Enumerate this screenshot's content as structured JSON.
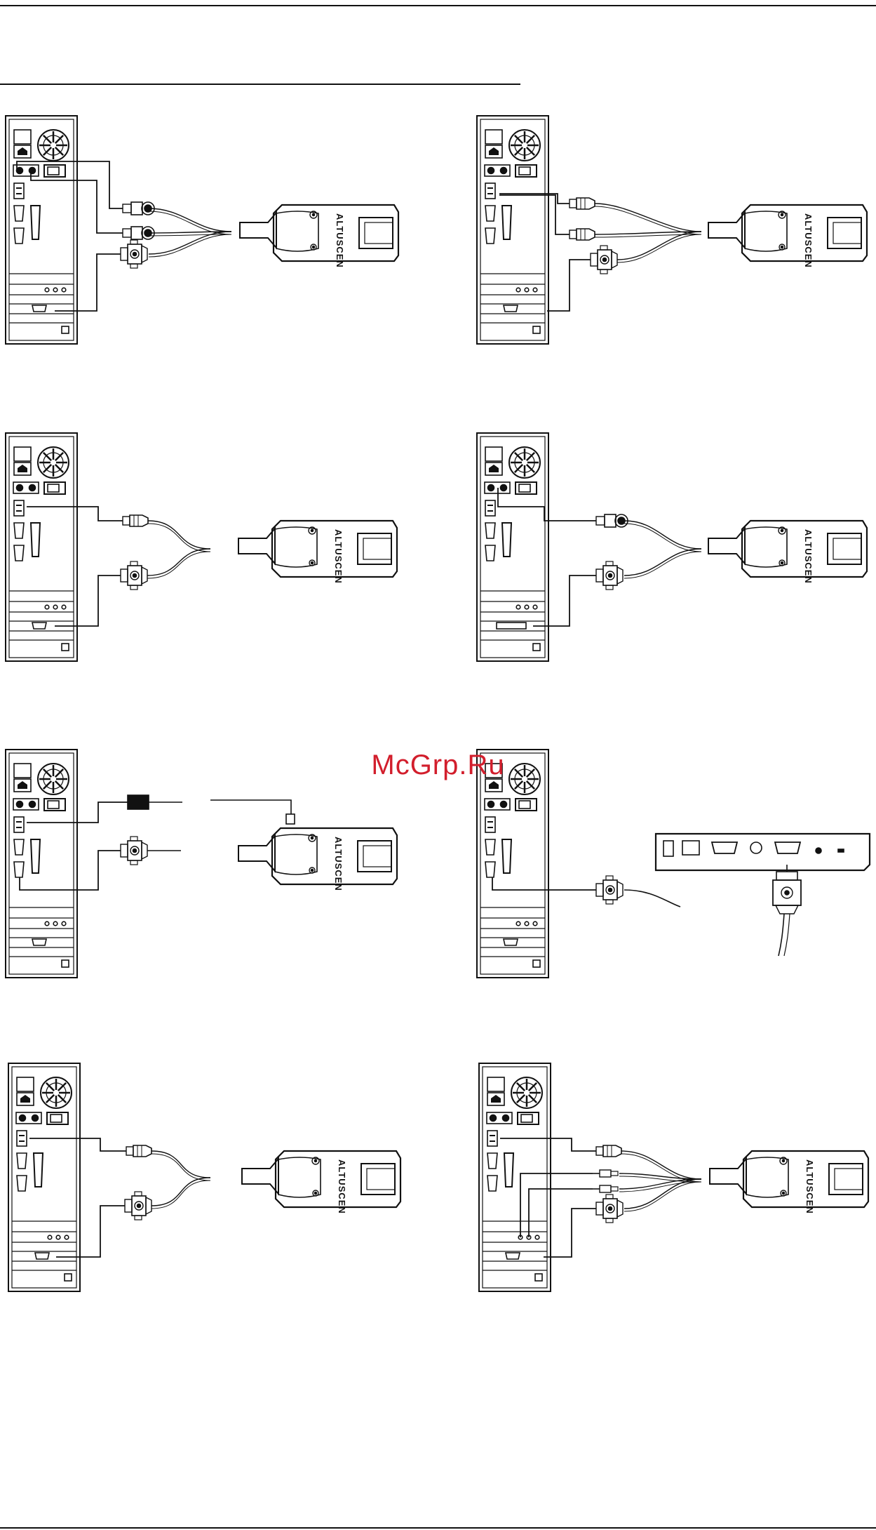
{
  "watermark": "McGrp.Ru",
  "brand_label": "ALTUSCEN",
  "figures": [
    {
      "id": "ps2-vga",
      "connectors": [
        "ps2",
        "ps2",
        "vga"
      ]
    },
    {
      "id": "usb-usb-vga",
      "connectors": [
        "usb",
        "usb",
        "vga"
      ]
    },
    {
      "id": "usb-vga",
      "connectors": [
        "usb",
        "vga"
      ]
    },
    {
      "id": "ps2-dvi",
      "connectors": [
        "ps2",
        "dvi"
      ]
    },
    {
      "id": "power-adapter-vga",
      "connectors": [
        "power",
        "vga"
      ]
    },
    {
      "id": "switch-port",
      "connectors": [
        "vga"
      ]
    },
    {
      "id": "usb-vga-2",
      "connectors": [
        "usb",
        "vga"
      ]
    },
    {
      "id": "usb-audio-vga",
      "connectors": [
        "usb",
        "audio",
        "audio",
        "vga"
      ]
    }
  ]
}
